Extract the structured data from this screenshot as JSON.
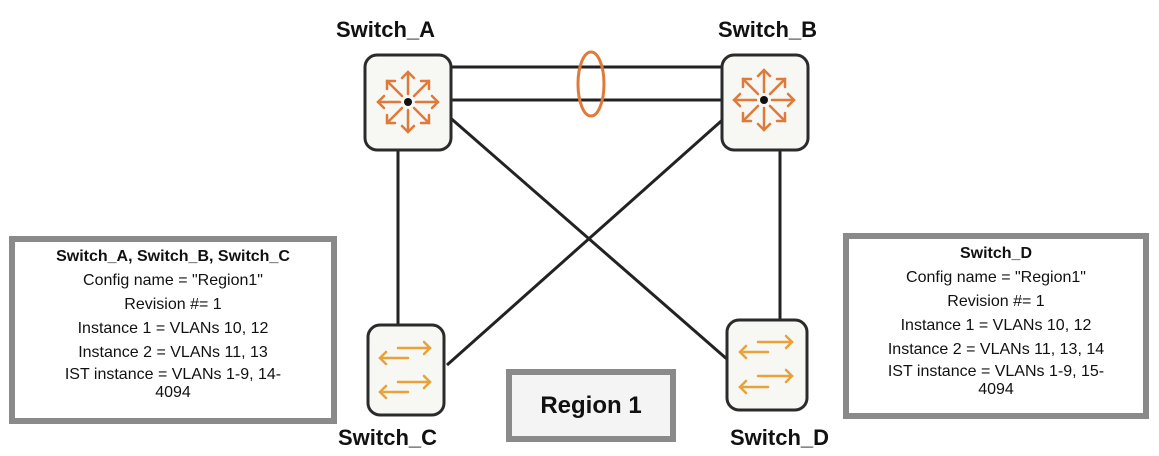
{
  "switches": {
    "a": {
      "label": "Switch_A",
      "role": "router-switch-icon"
    },
    "b": {
      "label": "Switch_B",
      "role": "router-switch-icon"
    },
    "c": {
      "label": "Switch_C",
      "role": "layer2-switch-icon"
    },
    "d": {
      "label": "Switch_D",
      "role": "layer2-switch-icon"
    }
  },
  "config_left": {
    "heading": "Switch_A, Switch_B, Switch_C",
    "lines": [
      "Config name = \"Region1\"",
      "Revision #= 1",
      "Instance 1 = VLANs 10, 12",
      "Instance 2 = VLANs 11, 13",
      "IST instance = VLANs 1-9, 14-",
      "4094"
    ]
  },
  "config_right": {
    "heading": "Switch_D",
    "lines": [
      "Config name = \"Region1\"",
      "Revision #= 1",
      "Instance 1 = VLANs 10, 12",
      "Instance 2 = VLANs 11, 13, 14",
      "IST instance = VLANs 1-9, 15-",
      "4094"
    ]
  },
  "region_label": "Region 1",
  "colors": {
    "link": "#222222",
    "device_border": "#2b2b2b",
    "device_fill": "#f7f7f4",
    "accent": "#e07a3a",
    "box_border": "#8a8a8a"
  }
}
